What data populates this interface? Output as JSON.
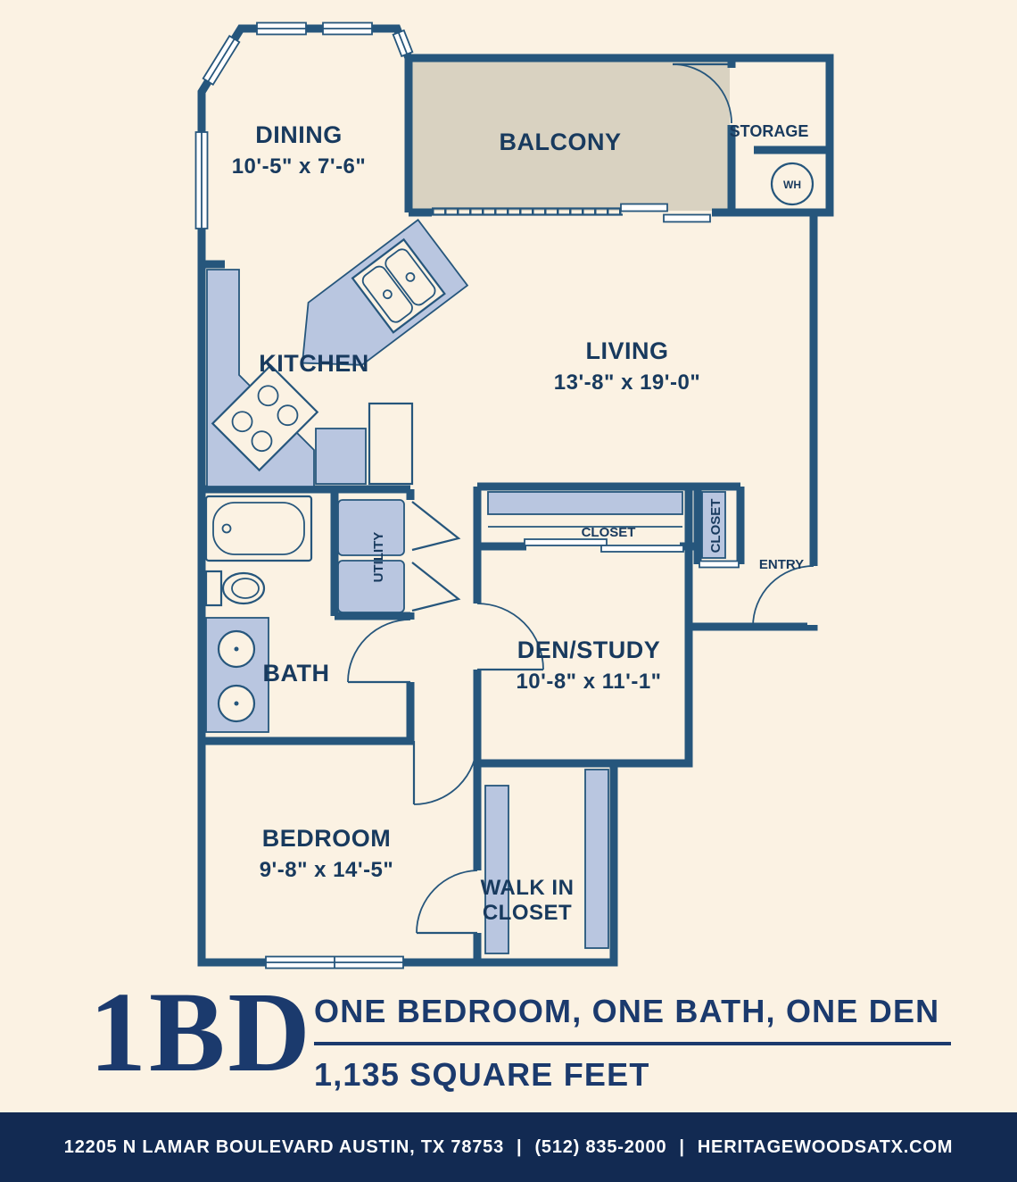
{
  "floorplan": {
    "rooms": {
      "dining": {
        "label": "DINING",
        "dims": "10'-5\" x 7'-6\""
      },
      "balcony": {
        "label": "BALCONY"
      },
      "storage": {
        "label": "STORAGE"
      },
      "water_heater": {
        "label": "WH"
      },
      "kitchen": {
        "label": "KITCHEN"
      },
      "living": {
        "label": "LIVING",
        "dims": "13'-8\" x 19'-0\""
      },
      "den": {
        "label": "DEN/STUDY",
        "dims": "10'-8\" x 11'-1\""
      },
      "den_closet": {
        "label": "CLOSET"
      },
      "entry_closet": {
        "label": "CLOSET"
      },
      "entry": {
        "label": "ENTRY"
      },
      "utility": {
        "label": "UTILITY"
      },
      "bath": {
        "label": "BATH"
      },
      "bedroom": {
        "label": "BEDROOM",
        "dims": "9'-8\" x 14'-5\""
      },
      "walk_in_closet": {
        "label_line1": "WALK IN",
        "label_line2": "CLOSET"
      }
    }
  },
  "title_block": {
    "plan_code": "1BD",
    "description": "ONE BEDROOM, ONE BATH, ONE DEN",
    "square_feet": "1,135 SQUARE FEET"
  },
  "footer": {
    "address": "12205 N LAMAR BOULEVARD AUSTIN, TX 78753",
    "separator": "|",
    "phone": "(512) 835-2000",
    "website": "HERITAGEWOODSATX.COM"
  },
  "colors": {
    "background": "#fbf2e3",
    "walls": "#26567c",
    "fixtures": "#b9c6e0",
    "balcony_floor": "#d9d2c1",
    "label_navy": "#183a5e",
    "title_navy": "#1b3a6d",
    "footer_navy": "#122a52"
  }
}
